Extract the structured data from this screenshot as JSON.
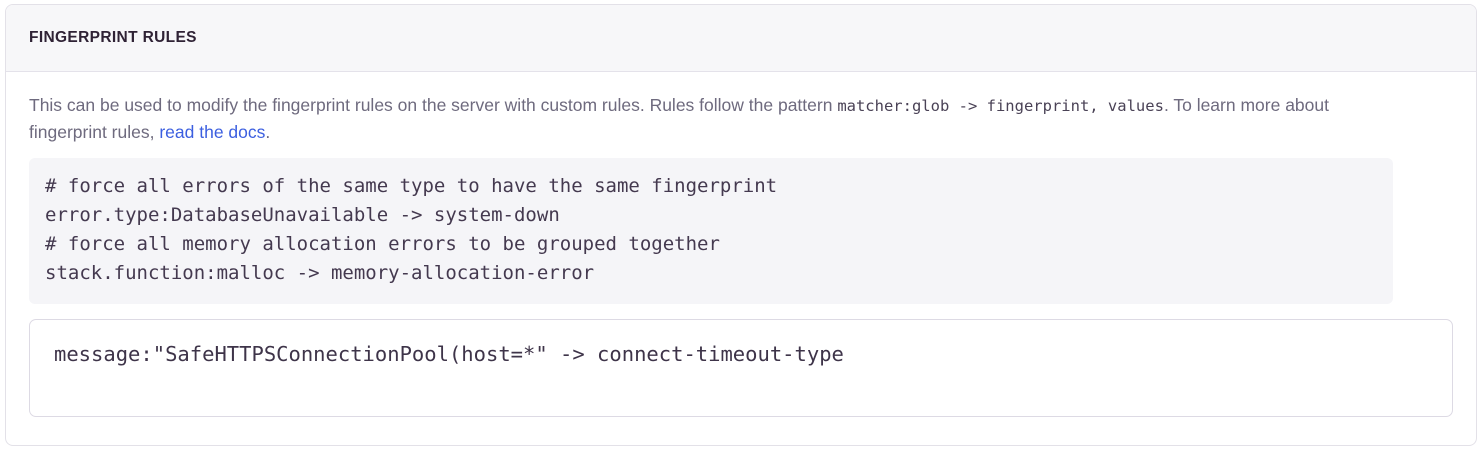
{
  "panel": {
    "title": "FINGERPRINT RULES",
    "description": {
      "part1": "This can be used to modify the fingerprint rules on the server with custom rules. Rules follow the pattern ",
      "inline_code": "matcher:glob -> fingerprint, values",
      "part2": ". To learn more about fingerprint rules, ",
      "link_text": "read the docs",
      "part3": "."
    },
    "example_code": "# force all errors of the same type to have the same fingerprint\nerror.type:DatabaseUnavailable -> system-down\n# force all memory allocation errors to be grouped together\nstack.function:malloc -> memory-allocation-error",
    "rules_input": {
      "value": "message:\"SafeHTTPSConnectionPool(host=*\" -> connect-timeout-type",
      "placeholder": ""
    }
  },
  "colors": {
    "link": "#3C5FE0",
    "title": "#2F2235",
    "body_text": "#6E6A7E",
    "code_bg": "#F5F5F8",
    "header_bg": "#F7F7F9",
    "border": "#E3E1E8"
  }
}
